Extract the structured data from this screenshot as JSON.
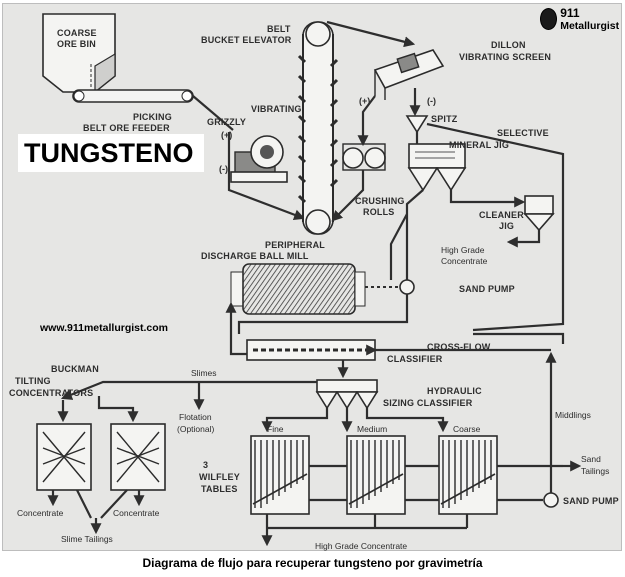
{
  "overlay_title": "TUNGSTENO",
  "website": "www.911metallurgist.com",
  "brand": {
    "number": "911",
    "name": "Metallurgist"
  },
  "caption": "Diagrama de flujo para recuperar tungsteno por gravimetría",
  "labels": {
    "coarse_ore_bin_1": "COARSE",
    "coarse_ore_bin_2": "ORE BIN",
    "picking_1": "PICKING",
    "picking_2": "BELT ORE FEEDER",
    "grizzly": "GRIZZLY",
    "belt_1": "BELT",
    "belt_2": "BUCKET ELEVATOR",
    "vibrating": "VIBRATING",
    "dillon_1": "DILLON",
    "dillon_2": "VIBRATING SCREEN",
    "spitz": "SPITZ",
    "selective_1": "SELECTIVE",
    "selective_2": "MINERAL JIG",
    "crushing_1": "CRUSHING",
    "crushing_2": "ROLLS",
    "cleaner_1": "CLEANER",
    "cleaner_2": "JIG",
    "high_grade_1": "High Grade",
    "high_grade_2": "Concentrate",
    "ball_mill_1": "PERIPHERAL",
    "ball_mill_2": "DISCHARGE BALL MILL",
    "sand_pump_top": "SAND PUMP",
    "cross_flow_1": "CROSS-FLOW",
    "cross_flow_2": "CLASSIFIER",
    "buckman_1": "BUCKMAN",
    "buckman_2": "TILTING",
    "buckman_3": "CONCENTRATORS",
    "slimes": "Slimes",
    "hydraulic_1": "HYDRAULIC",
    "hydraulic_2": "SIZING CLASSIFIER",
    "flotation_1": "Flotation",
    "flotation_2": "(Optional)",
    "middlings": "Middlings",
    "fine": "Fine",
    "medium": "Medium",
    "coarse": "Coarse",
    "wilfley_1": "3",
    "wilfley_2": "WILFLEY",
    "wilfley_3": "TABLES",
    "sand_tailings_1": "Sand",
    "sand_tailings_2": "Tailings",
    "sand_pump_bottom": "SAND PUMP",
    "concentrate_left": "Concentrate",
    "concentrate_right": "Concentrate",
    "slime_tailings": "Slime Tailings",
    "high_grade_bottom": "High Grade Concentrate",
    "plus_grizzly": "(+)",
    "minus_grizzly": "(-)",
    "plus_screen": "(+)",
    "minus_screen": "(-)"
  }
}
